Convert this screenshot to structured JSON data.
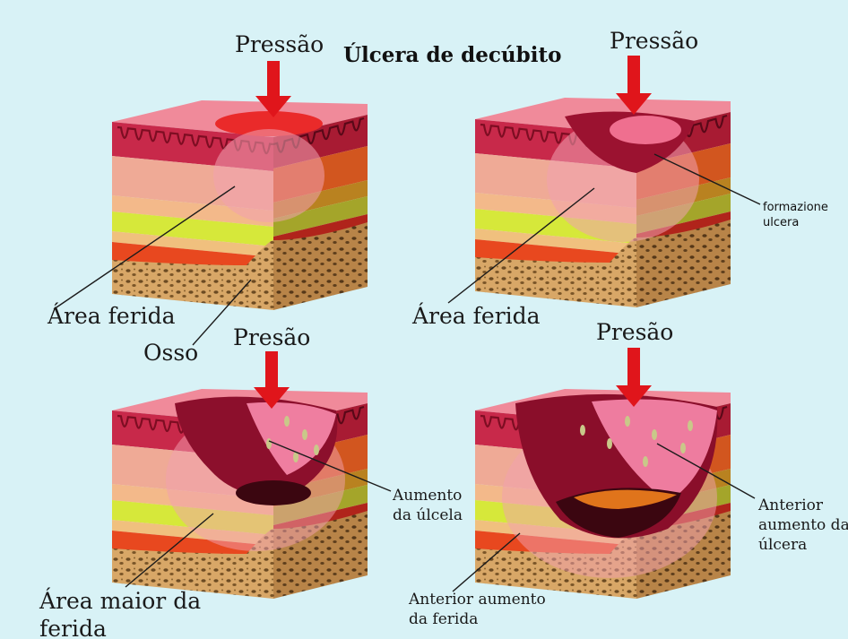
{
  "title": "Úlcera de decúbito",
  "stages": [
    {
      "pressure_label": "Pressão",
      "labels": {
        "wound": "Área ferida",
        "bone": "Osso"
      }
    },
    {
      "pressure_label": "Pressão",
      "labels": {
        "wound": "Área ferida",
        "ulcer": "formazione\nulcera"
      }
    },
    {
      "pressure_label": "Presão",
      "labels": {
        "wound": "Área maior da\nferida",
        "ulcer": "Aumento\nda úlcela"
      }
    },
    {
      "pressure_label": "Presão",
      "labels": {
        "wound": "Anterior aumento\nda ferida",
        "ulcer": "Anterior\naumento da\núlcera"
      }
    }
  ],
  "colors": {
    "background": "#d8f2f6",
    "arrow": "#e0151b",
    "epidermis": "#c8294a",
    "dermis": "#efaa96",
    "fat_yellow": "#d6e83a",
    "muscle": "#e8481f",
    "bone": "#d8a767",
    "wound": "#c21d3a"
  }
}
